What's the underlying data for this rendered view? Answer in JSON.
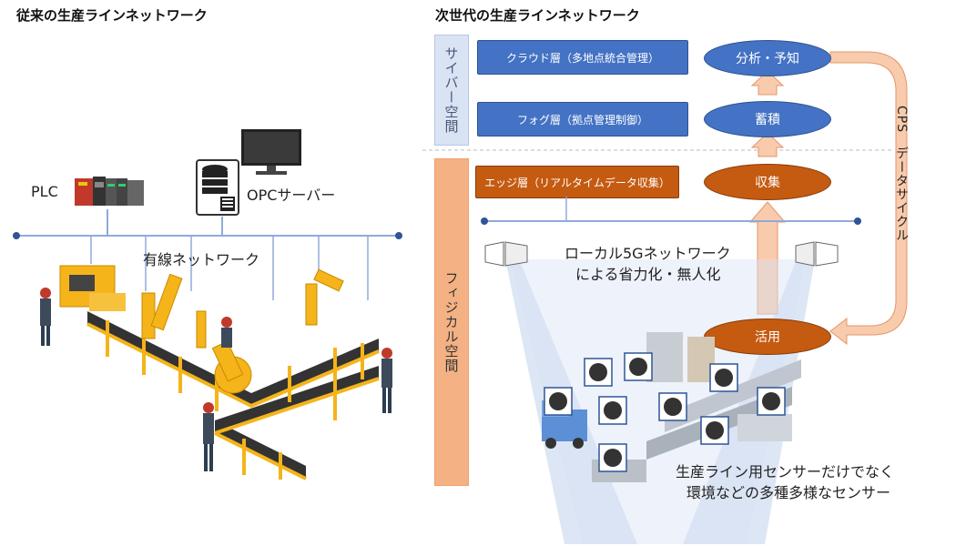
{
  "left": {
    "title": "従来の生産ラインネットワーク",
    "plc_label": "PLC",
    "opc_label": "OPCサーバー",
    "network_label": "有線ネットワーク"
  },
  "right": {
    "title": "次世代の生産ラインネットワーク",
    "cyber_label": "サイバー空間",
    "physical_label": "フィジカル空間",
    "layers": {
      "cloud": "クラウド層（多地点統合管理）",
      "fog": "フォグ層（拠点管理制御）",
      "edge": "エッジ層（リアルタイムデータ収集）"
    },
    "cycle": {
      "analysis": "分析・予知",
      "storage": "蓄積",
      "collection": "収集",
      "utilization": "活用",
      "cps_label": "CPS　データサイクル"
    },
    "network_text_1": "ローカル5Gネットワーク",
    "network_text_2": "による省力化・無人化",
    "sensor_text_1": "生産ライン用センサーだけでなく",
    "sensor_text_2": "環境などの多種多様なセンサー"
  },
  "colors": {
    "blue": "#4472c4",
    "orange": "#c55a11",
    "cyber_band": "#dae3f3",
    "physical_band": "#f4b183",
    "arrow": "#f8cbad",
    "network_line": "#8faadc"
  }
}
